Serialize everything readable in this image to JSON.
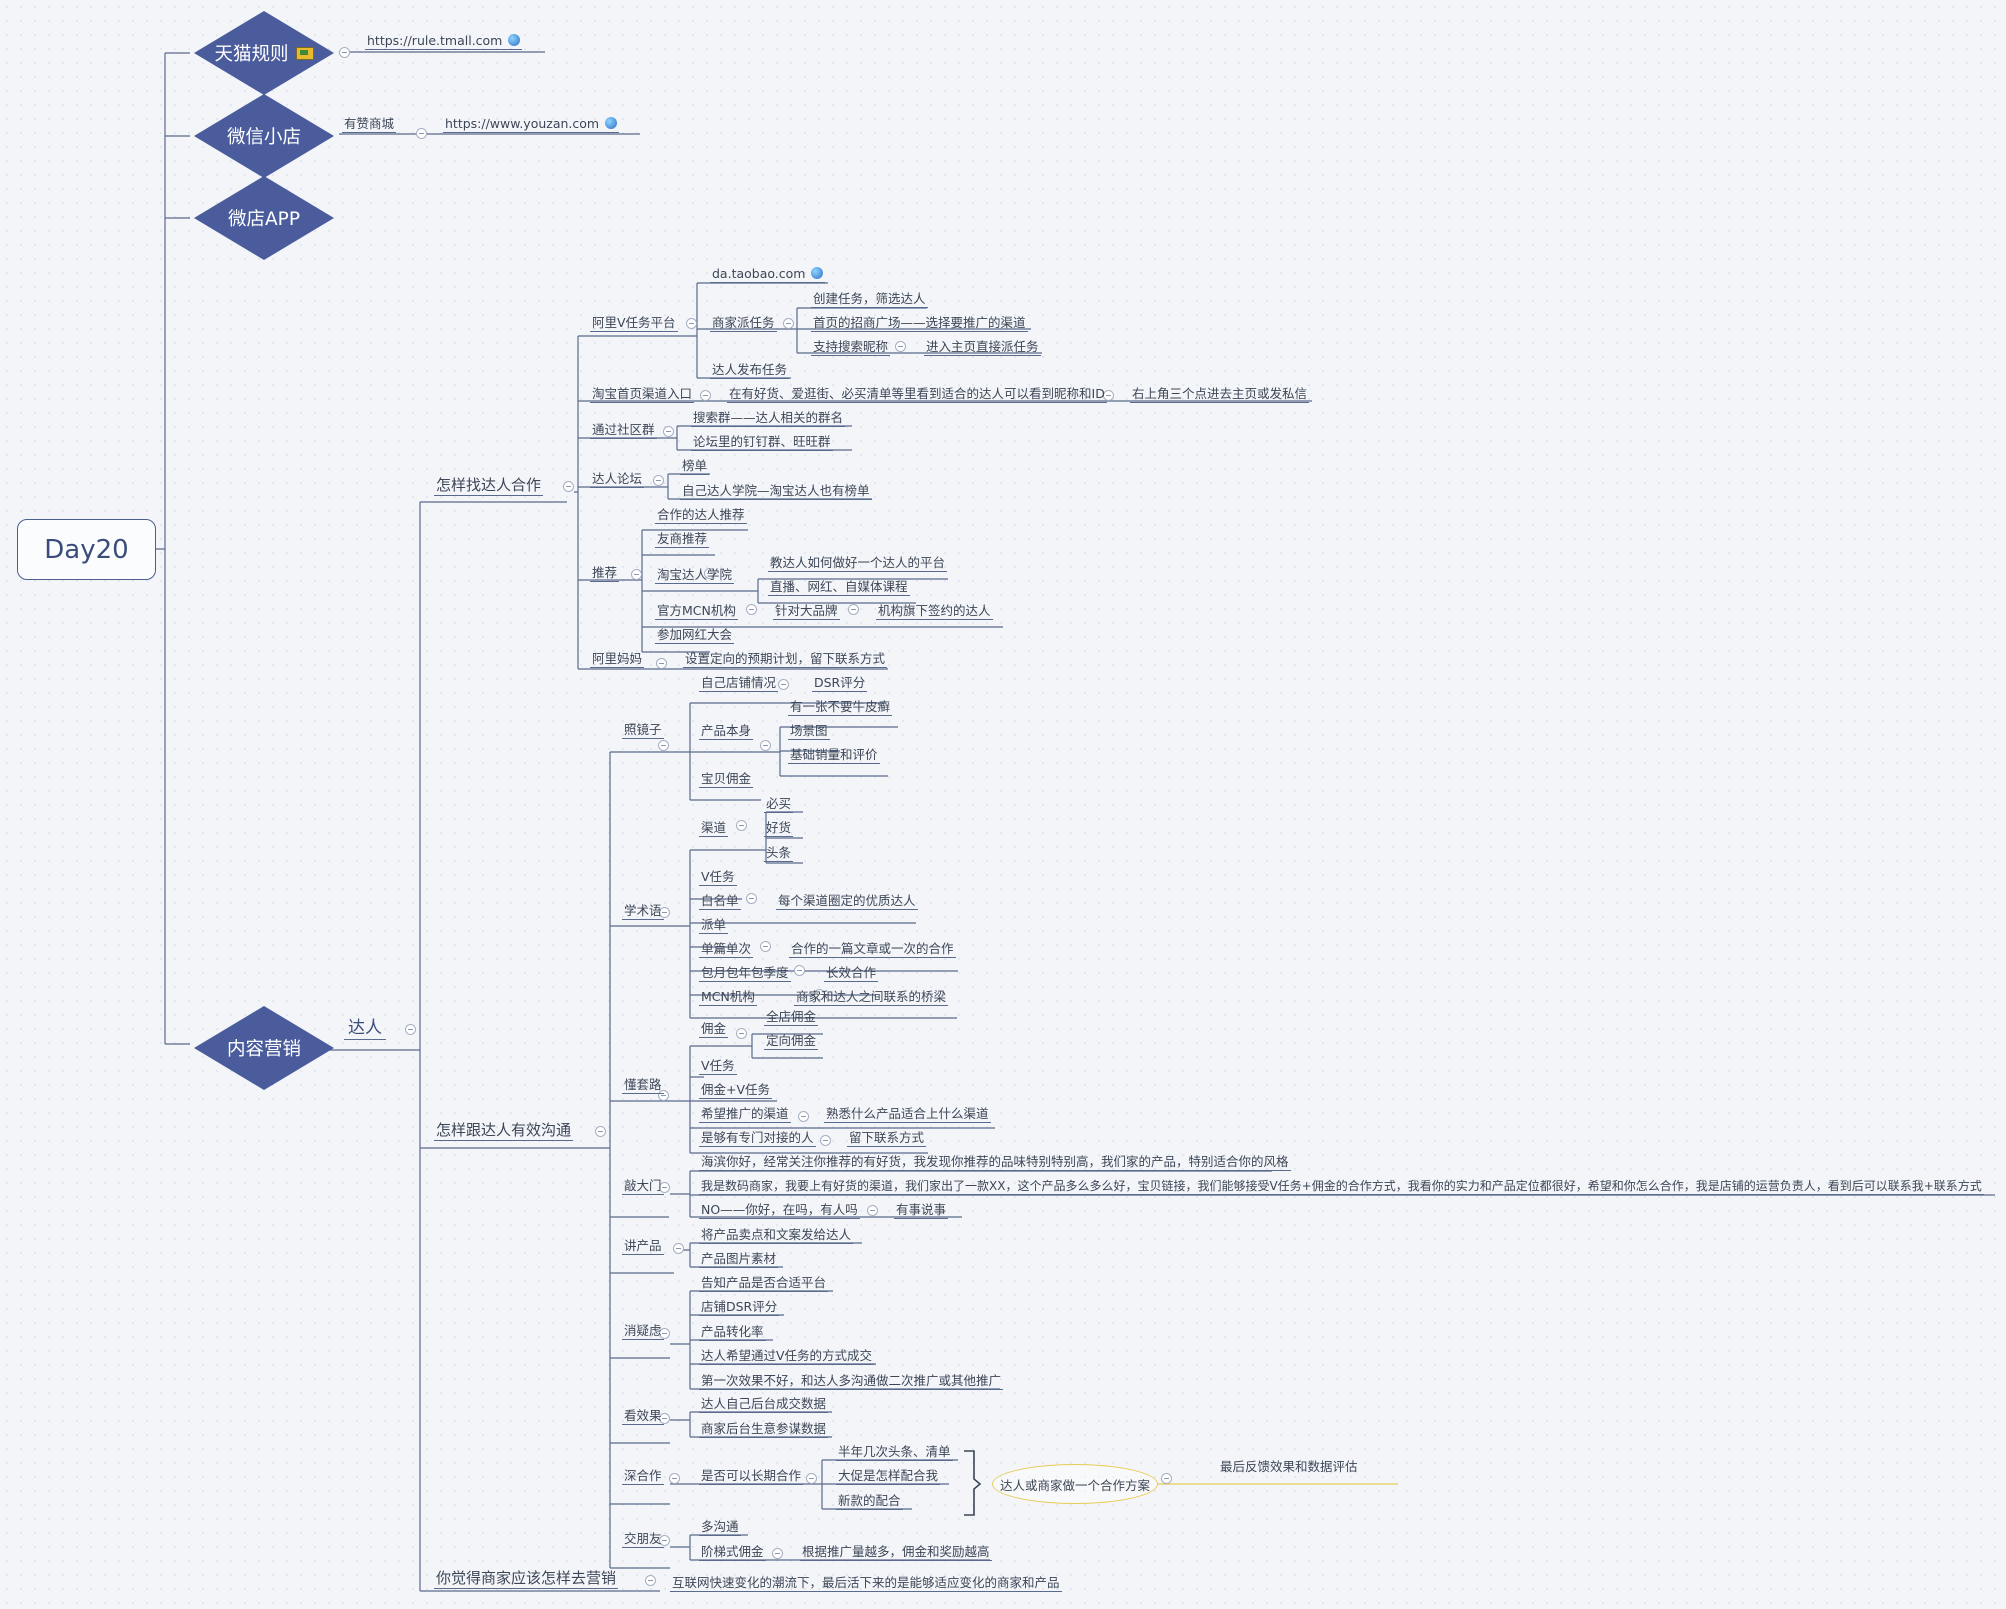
{
  "root": {
    "label": "Day20"
  },
  "branches": {
    "tmall": {
      "label": "天猫规则",
      "link": "https://rule.tmall.com"
    },
    "weixin": {
      "label": "微信小店",
      "child": "有赞商城",
      "link": "https://www.youzan.com"
    },
    "weidian": {
      "label": "微店APP"
    },
    "content": {
      "label": "内容营销",
      "child": "达人"
    }
  },
  "find": {
    "label": "怎样找达人合作",
    "ali_v": {
      "label": "阿里V任务平台",
      "site": "da.taobao.com",
      "merchant": "商家派任务",
      "tasks": [
        "创建任务，筛选达人",
        "首页的招商广场——选择要推广的渠道",
        "支持搜索昵称"
      ],
      "enter": "进入主页直接派任务",
      "publish": "达人发布任务"
    },
    "entry": {
      "label": "淘宝首页渠道入口",
      "t1": "在有好货、爱逛街、必买清单等里看到适合的达人可以看到昵称和ID",
      "t2": "右上角三个点进去主页或发私信"
    },
    "community": {
      "label": "通过社区群",
      "items": [
        "搜索群——达人相关的群名",
        "论坛里的钉钉群、旺旺群"
      ]
    },
    "forum": {
      "label": "达人论坛",
      "items": [
        "榜单",
        "自己达人学院—淘宝达人也有榜单"
      ]
    },
    "recommend": {
      "label": "推荐",
      "coop": "合作的达人推荐",
      "friend": "友商推荐",
      "college": "淘宝达人学院",
      "college_items": [
        "教达人如何做好一个达人的平台",
        "直播、网红、自媒体课程"
      ],
      "mcn": "官方MCN机构",
      "mcn_c": "针对大品牌",
      "mcn_cc": "机构旗下签约的达人",
      "party": "参加网红大会"
    },
    "alimama": {
      "label": "阿里妈妈",
      "item": "设置定向的预期计划，留下联系方式"
    }
  },
  "talk": {
    "label": "怎样跟达人有效沟通",
    "mirror": {
      "label": "照镜子",
      "shop": "自己店铺情况",
      "dsr": "DSR评分",
      "product": "产品本身",
      "product_items": [
        "有一张不要牛皮癣",
        "场景图",
        "基础销量和评价"
      ],
      "commission": "宝贝佣金"
    },
    "terms": {
      "label": "学术语",
      "channel": "渠道",
      "channel_items": [
        "必买",
        "好货",
        "头条"
      ],
      "v": "V任务",
      "white": "白名单",
      "white_c": "每个渠道圈定的优质达人",
      "dispatch": "派单",
      "single": "单篇单次",
      "single_c": "合作的一篇文章或一次的合作",
      "monthly": "包月包年包季度",
      "monthly_c": "长效合作",
      "mcn": "MCN机构",
      "mcn_c": "商家和达人之间联系的桥梁"
    },
    "routine": {
      "label": "懂套路",
      "yj": "佣金",
      "yj_items": [
        "全店佣金",
        "定向佣金"
      ],
      "v": "V任务",
      "yjv": "佣金+V任务",
      "hope": "希望推广的渠道",
      "hope_c": "熟悉什么产品适合上什么渠道",
      "person": "是够有专门对接的人",
      "person_c": "留下联系方式"
    },
    "door": {
      "label": "敲大门",
      "msg1": "海滨你好，经常关注你推荐的有好货，我发现你推荐的品味特别特别高，我们家的产品，特别适合你的风格",
      "msg2": "我是数码商家，我要上有好货的渠道，我们家出了一款XX，这个产品多么多么好，宝贝链接，我们能够接受V任务+佣金的合作方式，我看你的实力和产品定位都很好，希望和你怎么合作，我是店铺的运营负责人，看到后可以联系我+联系方式",
      "no": "NO——你好，在吗，有人吗",
      "no_c": "有事说事"
    },
    "present": {
      "label": "讲产品",
      "items": [
        "将产品卖点和文案发给达人",
        "产品图片素材"
      ]
    },
    "doubt": {
      "label": "消疑虑",
      "items": [
        "告知产品是否合适平台",
        "店铺DSR评分",
        "产品转化率",
        "达人希望通过V任务的方式成交",
        "第一次效果不好，和达人多沟通做二次推广或其他推广"
      ]
    },
    "effect": {
      "label": "看效果",
      "items": [
        "达人自己后台成交数据",
        "商家后台生意参谋数据"
      ]
    },
    "deep": {
      "label": "深合作",
      "q": "是否可以长期合作",
      "items": [
        "半年几次头条、清单",
        "大促是怎样配合我",
        "新款的配合"
      ],
      "summary": "达人或商家做一个合作方案",
      "final": "最后反馈效果和数据评估"
    },
    "friend": {
      "label": "交朋友",
      "items": [
        "多沟通",
        "阶梯式佣金"
      ],
      "ladder": "根据推广量越多，佣金和奖励越高"
    }
  },
  "think": {
    "label": "你觉得商家应该怎样去营销",
    "item": "互联网快速变化的潮流下，最后活下来的是能够适应变化的商家和产品"
  },
  "colors": {
    "diamond": "#4a5c9c",
    "line": "#5a6a8c",
    "summary": "#e8cc55"
  }
}
